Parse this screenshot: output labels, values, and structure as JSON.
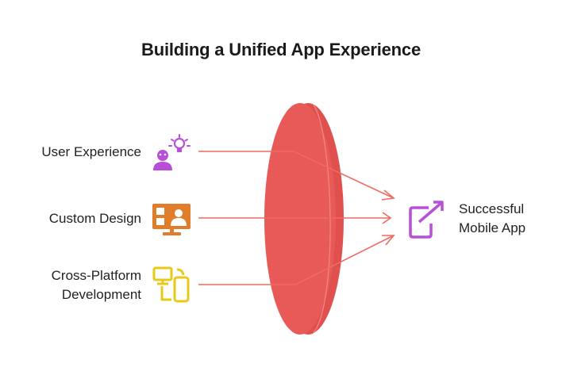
{
  "title": "Building a Unified App Experience",
  "inputs": [
    {
      "label": [
        "User Experience"
      ],
      "icon": "person-lightbulb-icon",
      "color": "#b84fd9"
    },
    {
      "label": [
        "Custom Design"
      ],
      "icon": "presentation-board-icon",
      "color": "#e07d2a"
    },
    {
      "label": [
        "Cross-Platform",
        "Development"
      ],
      "icon": "multi-device-icon",
      "color": "#e8c91a"
    }
  ],
  "output": {
    "label": [
      "Successful",
      "Mobile App"
    ],
    "icon": "mobile-growth-icon",
    "color": "#b84fd9"
  },
  "colors": {
    "lens": "#e85a57",
    "lens_edge": "#f08a86",
    "arrow": "#ef6a62"
  }
}
